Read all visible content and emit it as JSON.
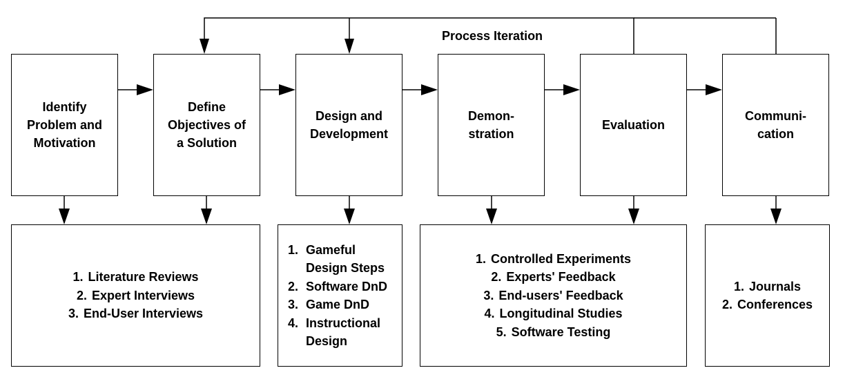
{
  "iteration_label": "Process Iteration",
  "steps": [
    {
      "id": "identify",
      "label": "Identify\nProblem and\nMotivation"
    },
    {
      "id": "define",
      "label": "Define\nObjectives of\na Solution"
    },
    {
      "id": "design",
      "label": "Design and\nDevelopment"
    },
    {
      "id": "demonstration",
      "label": "Demon-\nstration"
    },
    {
      "id": "evaluation",
      "label": "Evaluation"
    },
    {
      "id": "communication",
      "label": "Communi-\ncation"
    }
  ],
  "outputs": {
    "research": [
      {
        "num": "1.",
        "text": "Literature Reviews"
      },
      {
        "num": "2.",
        "text": "Expert Interviews"
      },
      {
        "num": "3.",
        "text": "End-User Interviews"
      }
    ],
    "design": [
      {
        "num": "1.",
        "text": "Gameful\nDesign Steps"
      },
      {
        "num": "2.",
        "text": "Software DnD"
      },
      {
        "num": "3.",
        "text": "Game DnD"
      },
      {
        "num": "4.",
        "text": "Instructional\nDesign"
      }
    ],
    "evaluation": [
      {
        "num": "1.",
        "text": "Controlled Experiments"
      },
      {
        "num": "2.",
        "text": "Experts' Feedback"
      },
      {
        "num": "3.",
        "text": "End-users' Feedback"
      },
      {
        "num": "4.",
        "text": "Longitudinal Studies"
      },
      {
        "num": "5.",
        "text": "Software Testing"
      }
    ],
    "communication": [
      {
        "num": "1.",
        "text": "Journals"
      },
      {
        "num": "2.",
        "text": "Conferences"
      }
    ]
  }
}
